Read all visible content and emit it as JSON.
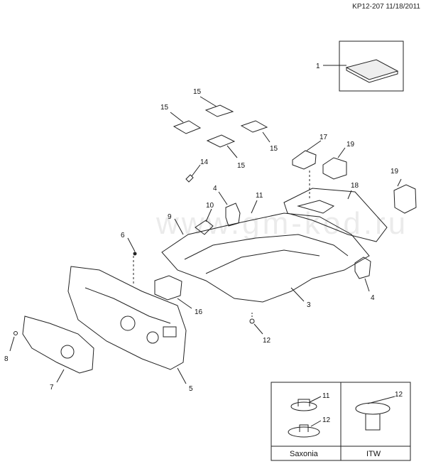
{
  "header": {
    "doc_id": "KP12-207 11/18/2011"
  },
  "watermark": "www.gm-kod.ru",
  "callouts": {
    "c1": "1",
    "c3": "3",
    "c4a": "4",
    "c4b": "4",
    "c5": "5",
    "c6": "6",
    "c7": "7",
    "c8": "8",
    "c9": "9",
    "c10": "10",
    "c11": "11",
    "c12": "12",
    "c14": "14",
    "c15a": "15",
    "c15b": "15",
    "c15c": "15",
    "c15d": "15",
    "c16": "16",
    "c17": "17",
    "c18": "18",
    "c19a": "19",
    "c19b": "19"
  },
  "inset": {
    "left_caption": "Saxonia",
    "right_caption": "ITW",
    "left_top_num": "11",
    "left_bottom_num": "12",
    "right_num": "12"
  }
}
